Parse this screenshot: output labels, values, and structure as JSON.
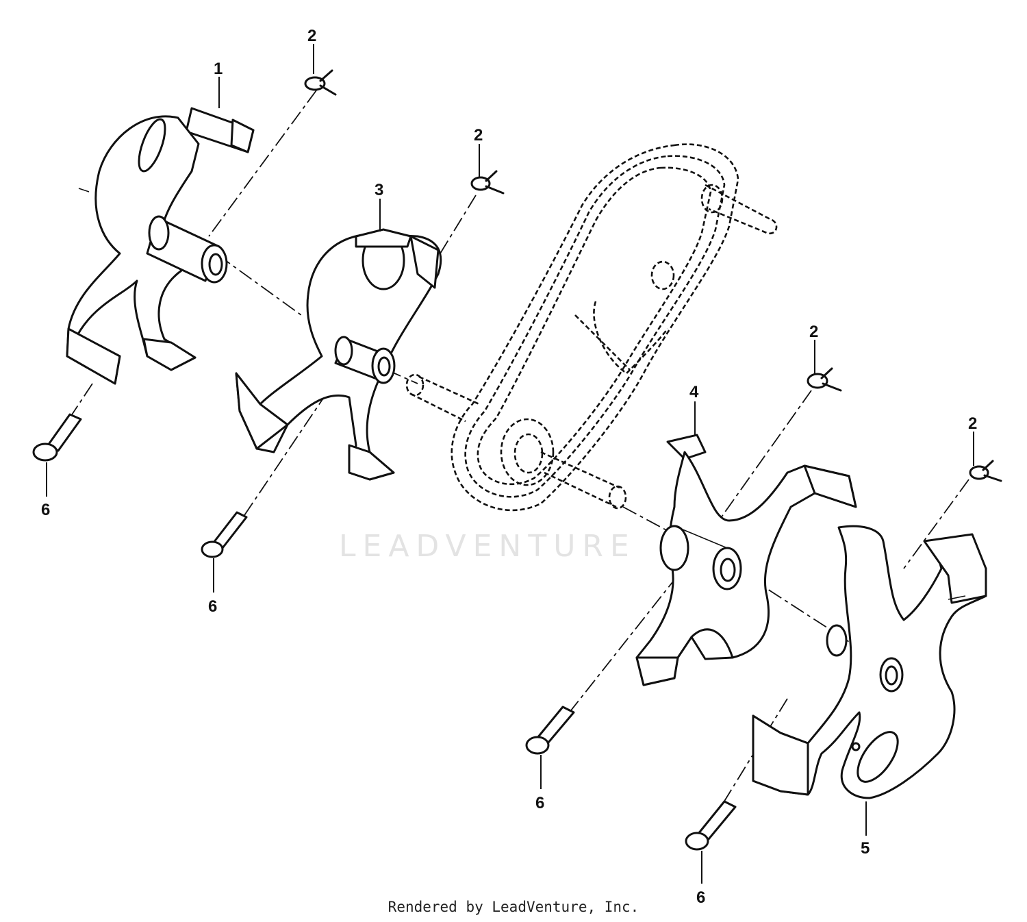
{
  "watermark": "LEADVENTURE",
  "footer_text": "Rendered by LeadVenture, Inc.",
  "callouts": [
    {
      "label": "2"
    },
    {
      "label": "1"
    },
    {
      "label": "2"
    },
    {
      "label": "3"
    },
    {
      "label": "2"
    },
    {
      "label": "4"
    },
    {
      "label": "2"
    },
    {
      "label": "5"
    },
    {
      "label": "6"
    },
    {
      "label": "6"
    },
    {
      "label": "6"
    },
    {
      "label": "6"
    }
  ]
}
